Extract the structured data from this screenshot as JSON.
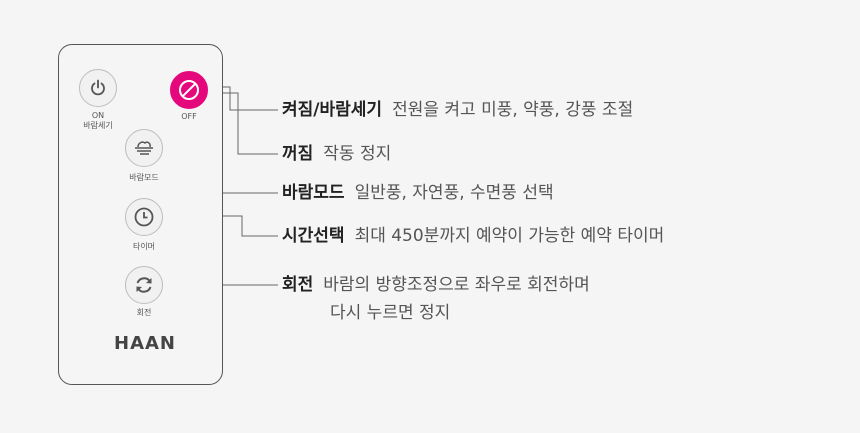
{
  "remote": {
    "brand": "HAAN",
    "buttons": {
      "on": {
        "caption1": "ON",
        "caption2": "바람세기",
        "icon": "power-icon"
      },
      "off": {
        "caption": "OFF",
        "icon": "prohibited-icon",
        "color": "#e5087c"
      },
      "mode": {
        "caption": "바람모드",
        "icon": "wind-icon"
      },
      "timer": {
        "caption": "타이머",
        "icon": "clock-icon"
      },
      "rotate": {
        "caption": "회전",
        "icon": "rotate-icon"
      }
    }
  },
  "callouts": [
    {
      "title": "켜짐/바람세기",
      "desc": "전원을 켜고 미풍, 약풍, 강풍 조절"
    },
    {
      "title": "꺼짐",
      "desc": "작동 정지"
    },
    {
      "title": "바람모드",
      "desc": "일반풍, 자연풍, 수면풍 선택"
    },
    {
      "title": "시간선택",
      "desc": "최대 450분까지 예약이 가능한 예약 타이머"
    },
    {
      "title": "회전",
      "desc": "바람의 방향조정으로 좌우로 회전하며",
      "desc2": "다시 누르면 정지"
    }
  ]
}
